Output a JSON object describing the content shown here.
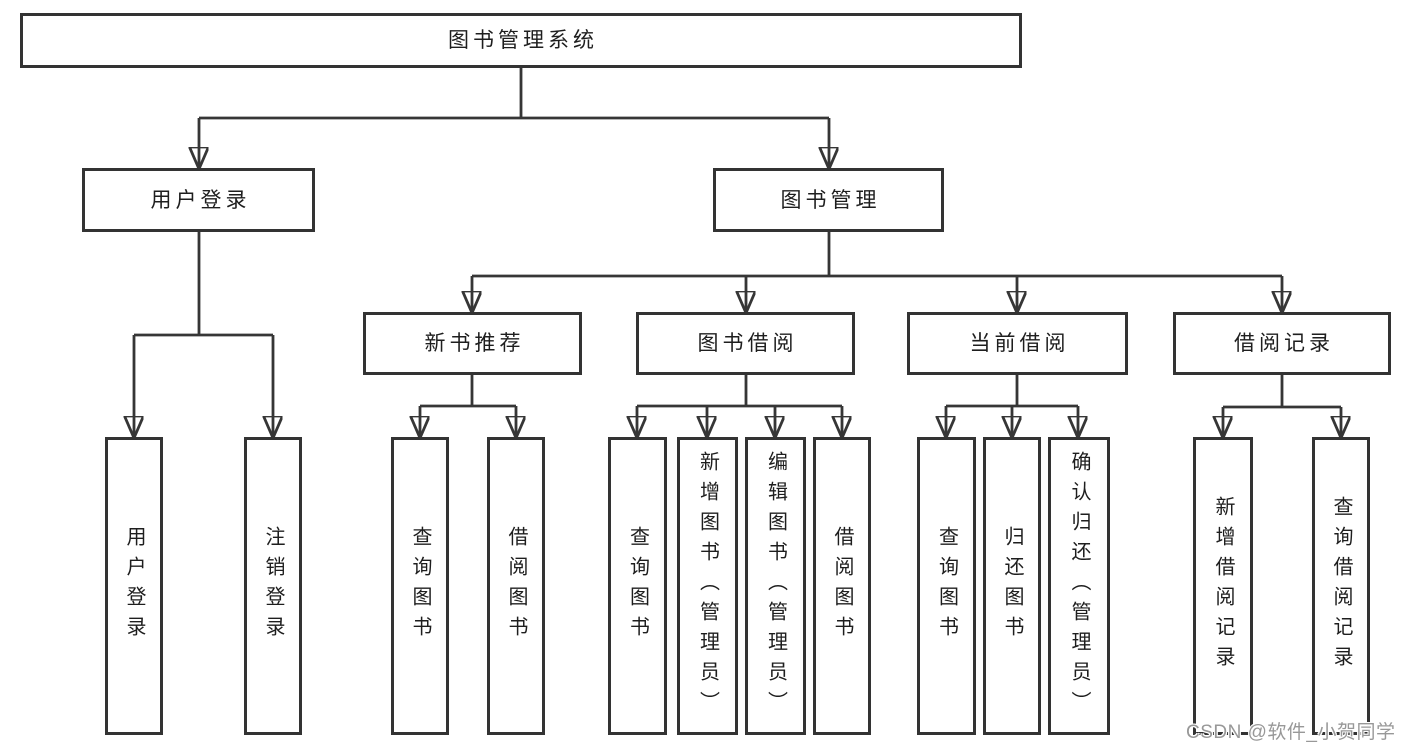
{
  "diagram": {
    "root": "图书管理系统",
    "branches": {
      "user_login": {
        "label": "用户登录",
        "children": [
          "用户登录",
          "注销登录"
        ]
      },
      "book_management": {
        "label": "图书管理",
        "sections": {
          "new_book_recommend": {
            "label": "新书推荐",
            "children": [
              "查询图书",
              "借阅图书"
            ]
          },
          "book_borrowing": {
            "label": "图书借阅",
            "children": [
              "查询图书",
              "新增图书（管理员）",
              "编辑图书（管理员）",
              "借阅图书"
            ]
          },
          "current_borrowing": {
            "label": "当前借阅",
            "children": [
              "查询图书",
              "归还图书",
              "确认归还（管理员）"
            ]
          },
          "borrow_records": {
            "label": "借阅记录",
            "children": [
              "新增借阅记录",
              "查询借阅记录"
            ]
          }
        }
      }
    }
  },
  "watermark": {
    "text": "CSDN @软件_小贺同学",
    "color": "#989898"
  },
  "colors": {
    "line": "#363636",
    "border": "#333333",
    "text": "#1e1e1e",
    "background": "#ffffff"
  }
}
